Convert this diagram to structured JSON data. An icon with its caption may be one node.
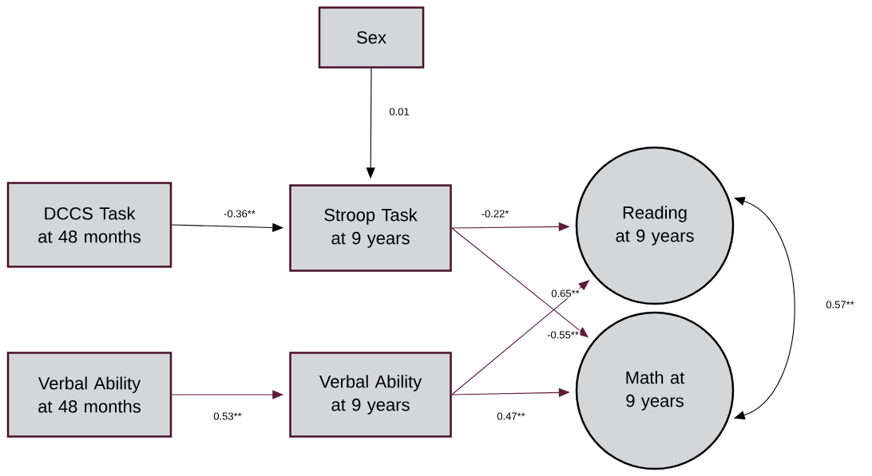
{
  "diagram": {
    "nodes": [
      {
        "text": [
          "Sex"
        ]
      },
      {
        "text": [
          "DCCS Task at 48 months"
        ]
      },
      {
        "text": [
          "Stroop Task at 9 years"
        ]
      },
      {
        "text": [
          "Reading at 9 years"
        ]
      },
      {
        "text": [
          "Verbal Ability at 48 months"
        ]
      },
      {
        "text": [
          "Verbal Ability at 9 years"
        ]
      },
      {
        "text": [
          "Math at 9 years"
        ]
      }
    ],
    "edges": [
      {
        "from": 0,
        "to": 2,
        "arrow": "to",
        "label": "0.01",
        "color": "#000000"
      },
      {
        "from": 1,
        "to": 2,
        "arrow": "to",
        "label": "-0.36**",
        "color": "#000000"
      },
      {
        "from": 2,
        "to": 3,
        "arrow": "to",
        "label": "-0.22*"
      },
      {
        "from": 2,
        "to": 6,
        "arrow": "to",
        "label": "-0.55**"
      },
      {
        "from": 4,
        "to": 5,
        "arrow": "to",
        "label": "0.53**"
      },
      {
        "from": 5,
        "to": 3,
        "arrow": "to",
        "label": "0.65**"
      },
      {
        "from": 5,
        "to": 6,
        "arrow": "to",
        "label": "0.47**"
      },
      {
        "from": 3,
        "to": 6,
        "arrow": "both",
        "label": "0.57**",
        "color": "#000000"
      }
    ]
  }
}
